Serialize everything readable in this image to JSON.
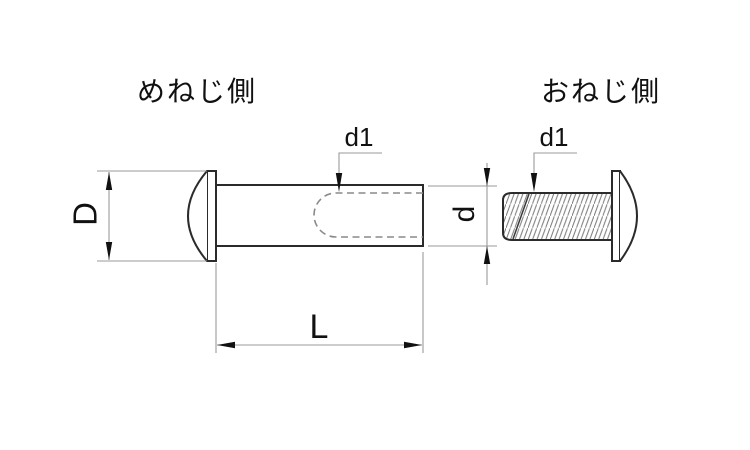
{
  "drawing": {
    "title_left": "めねじ側",
    "title_right": "おねじ側",
    "labels": {
      "d1_left": "d1",
      "d1_right": "d1",
      "head_diameter": "D",
      "shaft_diameter": "d",
      "length": "L"
    },
    "colors": {
      "background": "#ffffff",
      "outline": "#2b2b2b",
      "dimension": "#9a9a9a",
      "text": "#111111",
      "hatch": "#7a7a7a",
      "hidden_line": "#8a8a8a"
    }
  }
}
